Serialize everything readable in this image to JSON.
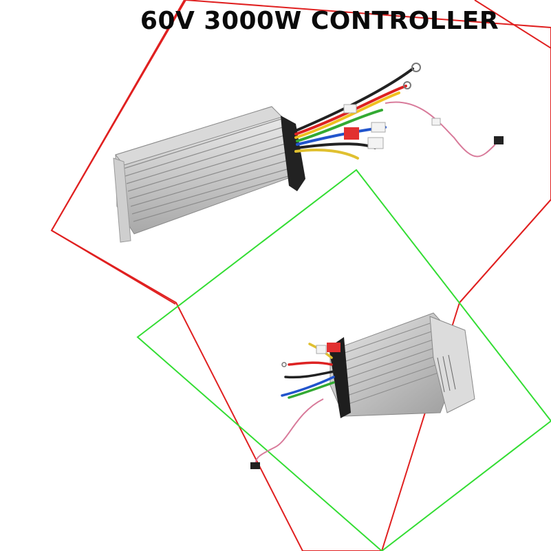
{
  "title": "60V 3000W CONTROLLER",
  "frames": {
    "top": {
      "color": "#e02020"
    },
    "bottom": {
      "color": "#33dd33"
    }
  },
  "product_images": [
    {
      "name": "controller-side-view",
      "description_icon": "controller-photo"
    },
    {
      "name": "controller-end-view",
      "description_icon": "controller-photo"
    }
  ]
}
